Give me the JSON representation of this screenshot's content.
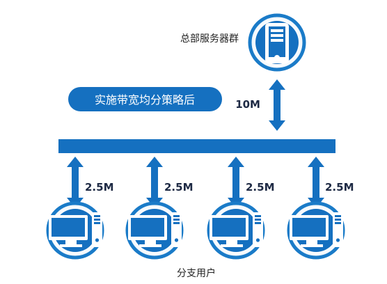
{
  "server_group": {
    "label": "总部服务器群",
    "icon": "server-tower-icon"
  },
  "strategy_badge": {
    "label": "实施带宽均分策略后"
  },
  "uplink": {
    "bandwidth": "10M"
  },
  "branch_links": [
    {
      "bandwidth": "2.5M"
    },
    {
      "bandwidth": "2.5M"
    },
    {
      "bandwidth": "2.5M"
    },
    {
      "bandwidth": "2.5M"
    }
  ],
  "branch_users": {
    "label": "分支用户",
    "icon": "desktop-computer-icon",
    "count": 4
  },
  "colors": {
    "primary_blue": "#1570c0",
    "circle_border": "#1a7bc8",
    "icon_fill": "#ffffff",
    "text_dark": "#222222",
    "pill_text": "#ffffff"
  }
}
